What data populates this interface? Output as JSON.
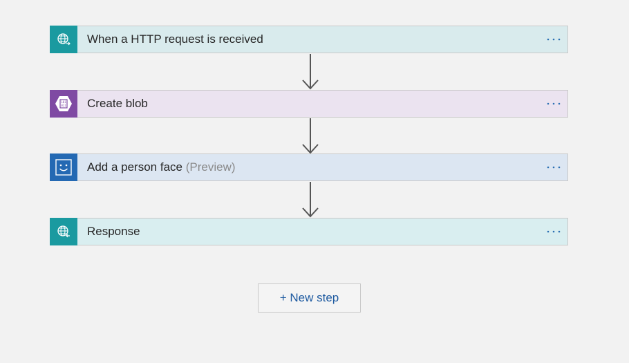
{
  "steps": [
    {
      "title": "When a HTTP request is received",
      "suffix": "",
      "icon": "globe-icon",
      "icon_bg": "#1a9aa0",
      "row_bg": "#d9ebed"
    },
    {
      "title": "Create blob",
      "suffix": "",
      "icon": "storage-blob-icon",
      "icon_bg": "#7f4aa3",
      "row_bg": "#ebe3f0"
    },
    {
      "title": "Add a person face",
      "suffix": "(Preview)",
      "icon": "smiley-face-icon",
      "icon_bg": "#2469b3",
      "row_bg": "#dce6f2"
    },
    {
      "title": "Response",
      "suffix": "",
      "icon": "globe-icon",
      "icon_bg": "#1a9aa0",
      "row_bg": "#d9eef0"
    }
  ],
  "new_step_label": "+ New step",
  "colors": {
    "background": "#f2f2f2",
    "more_dots": "#2b6fb3",
    "arrow": "#555555",
    "new_step_text": "#1e5aa0"
  }
}
